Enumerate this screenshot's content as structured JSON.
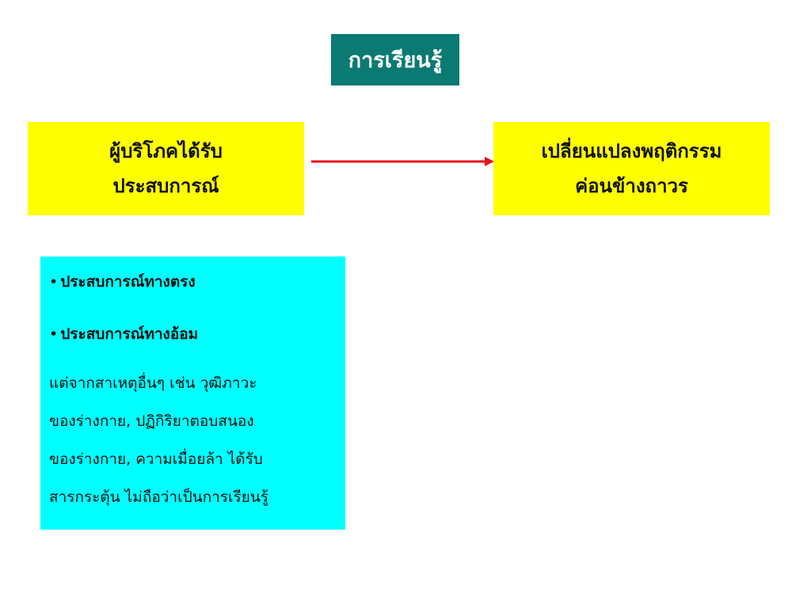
{
  "title": "การเรียนรู้",
  "left_box": {
    "line1": "ผู้บริโภคได้รับ",
    "line2": "ประสบการณ์"
  },
  "right_box": {
    "line1": "เปลี่ยนแปลงพฤติกรรม",
    "line2": "ค่อนข้างถาวร"
  },
  "arrow_color": "#e8101a",
  "experience_box": {
    "bullet_char": "•",
    "bullets": [
      "ประสบการณ์ทางตรง",
      "ประสบการณ์ทางอ้อม"
    ],
    "note_lines": [
      "แต่จากสาเหตุอื่นๆ เช่น วุฒิภาวะ",
      "ของร่างกาย, ปฏิกิริยาตอบสนอง",
      "ของร่างกาย, ความเมื่อยล้า ได้รับ",
      "สารกระตุ้น ไม่ถือว่าเป็นการเรียนรู้"
    ]
  },
  "colors": {
    "title_bg": "#0a7a72",
    "box_yellow": "#ffff00",
    "box_cyan": "#00ffff"
  }
}
